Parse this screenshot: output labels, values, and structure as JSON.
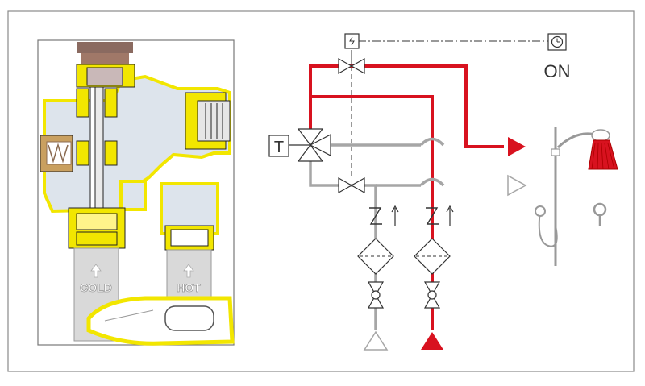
{
  "labels": {
    "cold": "COLD",
    "hot": "HOT",
    "thermostat": "T",
    "on": "ON"
  },
  "colors": {
    "hot_pipe": "#d8121f",
    "cold_pipe": "#a6a6a6",
    "brass": "#f2e600",
    "body_fill": "#dfe6ee",
    "frame": "#7f7f7f"
  },
  "icons": {
    "timer": "clock-icon",
    "shower": "shower-head-icon"
  }
}
